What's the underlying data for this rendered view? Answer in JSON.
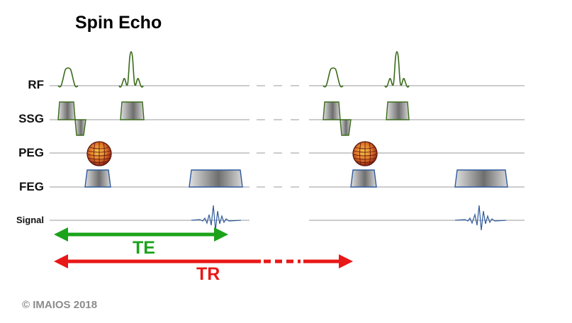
{
  "title": "Spin Echo",
  "rows": [
    {
      "key": "rf",
      "label": "RF"
    },
    {
      "key": "ssg",
      "label": "SSG"
    },
    {
      "key": "peg",
      "label": "PEG"
    },
    {
      "key": "feg",
      "label": "FEG"
    },
    {
      "key": "signal",
      "label": "Signal"
    }
  ],
  "arrows": {
    "te": {
      "label": "TE",
      "color": "#1aa31a"
    },
    "tr": {
      "label": "TR",
      "color": "#e81818"
    }
  },
  "copyright": "© IMAIOS 2018",
  "colors": {
    "rf_pulse": "#3a6b1a",
    "ssg_outline": "#3a6b1a",
    "feg_outline": "#2f5a9c",
    "signal_wave": "#2f5a9c",
    "baseline": "#9a9a9a"
  }
}
